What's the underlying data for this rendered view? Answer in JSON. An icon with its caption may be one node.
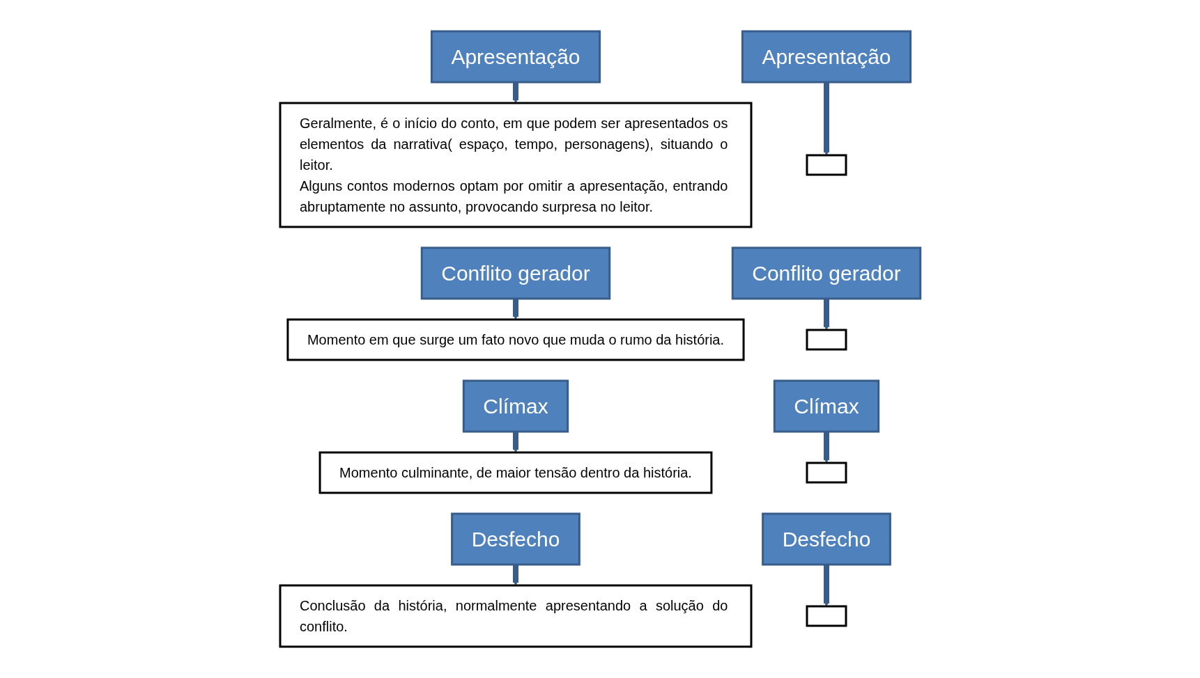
{
  "diagram": {
    "nodes": [
      {
        "text": [
          "Apresentação"
        ]
      },
      {
        "text": [
          "Geralmente, é o início do conto, em que podem ser apresentados os elementos da narrativa( espaço, tempo, personagens), situando o leitor.",
          "Alguns contos modernos optam por omitir a apresentação, entrando abruptamente no assunto, provocando surpresa no leitor."
        ]
      },
      {
        "text": [
          "Conflito gerador"
        ]
      },
      {
        "text": [
          "Momento em que surge um fato novo que muda o rumo da história."
        ]
      },
      {
        "text": [
          "Clímax"
        ]
      },
      {
        "text": [
          "Momento culminante, de maior tensão dentro da história."
        ]
      },
      {
        "text": [
          "Desfecho"
        ]
      },
      {
        "text": [
          "Conclusão da história, normalmente apresentando a solução do conflito."
        ]
      },
      {
        "text": [
          "Apresentação"
        ]
      },
      {
        "text": [],
        "shape": "box"
      },
      {
        "text": [
          "Conflito gerador"
        ]
      },
      {
        "text": [],
        "shape": "box"
      },
      {
        "text": [
          "Clímax"
        ]
      },
      {
        "text": [],
        "shape": "box"
      },
      {
        "text": [
          "Desfecho"
        ]
      },
      {
        "text": [],
        "shape": "box"
      }
    ],
    "edges": [
      {
        "from": 0,
        "to": 1,
        "arrow": "to"
      },
      {
        "from": 2,
        "to": 3,
        "arrow": "to"
      },
      {
        "from": 4,
        "to": 5,
        "arrow": "to"
      },
      {
        "from": 6,
        "to": 7,
        "arrow": "to"
      },
      {
        "from": 8,
        "to": 9,
        "arrow": "to"
      },
      {
        "from": 10,
        "to": 11,
        "arrow": "to"
      },
      {
        "from": 12,
        "to": 13,
        "arrow": "to"
      },
      {
        "from": 14,
        "to": 15,
        "arrow": "to"
      }
    ]
  }
}
